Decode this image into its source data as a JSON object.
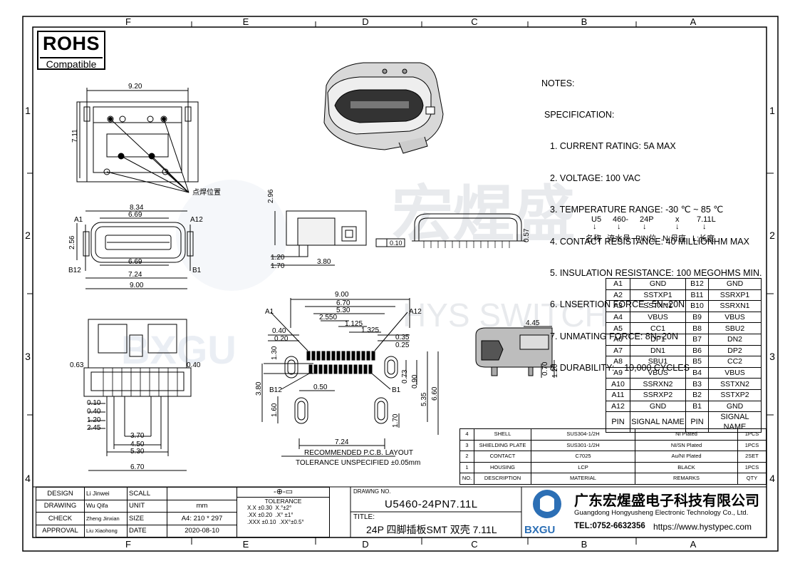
{
  "frame": {
    "columns_top": [
      "F",
      "E",
      "D",
      "C",
      "B",
      "A"
    ],
    "columns_bottom": [
      "F",
      "E",
      "D",
      "C",
      "B",
      "A"
    ],
    "rows_left": [
      "1",
      "2",
      "3",
      "4"
    ],
    "rows_right": [
      "1",
      "2",
      "3",
      "4"
    ]
  },
  "rohs": {
    "title": "ROHS",
    "subtitle": "Compatible"
  },
  "notes": {
    "heading": "NOTES:",
    "spec_heading": "SPECIFICATION:",
    "items": [
      "1. CURRENT RATING: 5A MAX",
      "2. VOLTAGE: 100 VAC",
      "3. TEMPERATURE RANGE: -30 ℃ ~ 85 ℃",
      "4. CONTACT RESISTANCE: 40 MILLIONHM MAX",
      "5. INSULATION RESISTANCE: 100 MEGOHMS MIN.",
      "6. LNSERTION FORCE : 5N~20N",
      "7. UNMATING FORCE: 8N~20N",
      "8. DURABILITY:    10,000 CYCLES"
    ]
  },
  "part_code": {
    "segments": [
      "U5",
      "460-",
      "24P",
      "x",
      "7.11L"
    ],
    "arrows": [
      "↓",
      "↓",
      "↓",
      "↓",
      "↓"
    ],
    "meanings": [
      "名称",
      "流水号",
      "PIN位",
      "N;母座",
      "L;长度"
    ]
  },
  "watermark": {
    "cn": "宏煋盛",
    "en": "HYS SWITCH",
    "logo": "BXGU"
  },
  "dims": {
    "top_w": "9.20",
    "top_h": "7.11",
    "weld": "点焊位置",
    "f_834": "8.34",
    "f_669": "6.69",
    "f_256": "2.56",
    "f_669b": "6.69",
    "f_724": "7.24",
    "f_900": "9.00",
    "a1": "A1",
    "a12": "A12",
    "b12": "B12",
    "b1": "B1",
    "s_296": "2.96",
    "s_120": "1.20",
    "s_170": "1.70",
    "s_380": "3.80",
    "flat": "0.10",
    "e_057": "0.57",
    "b_063": "0.63",
    "b_040": "0.40",
    "b_010": "0.10",
    "b_040b": "0.40",
    "b_120": "1.20",
    "b_245": "2.45",
    "b_370": "3.70",
    "b_450": "4.50",
    "b_530": "5.30",
    "b_670": "6.70",
    "p_900": "9.00",
    "p_670": "6.70",
    "p_530": "5.30",
    "p_2550": "2.550",
    "p_1125": "1.125",
    "p_1325": "1.325",
    "p_040": "0.40",
    "p_020": "0.20",
    "p_035": "0.35",
    "p_025": "0.25",
    "p_130": "1.30",
    "p_073": "0.73",
    "p_090": "0.90",
    "p_535": "5.35",
    "p_660": "6.60",
    "p_380": "3.80",
    "p_050": "0.50",
    "p_160": "1.60",
    "p_170": "1.70",
    "p_724": "7.24",
    "p_a1": "A1",
    "p_a12": "A12",
    "p_b12": "B12",
    "p_b1": "B1",
    "pcb_title": "RECOMMENDED  P.C.B. LAYOUT",
    "pcb_tol": "TOLERANCE UNSPECIFIED ±0.05mm",
    "r_445": "4.45",
    "r_070": "0.70",
    "r_120": "1.20"
  },
  "pin_table": {
    "rows": [
      [
        "A1",
        "GND",
        "B12",
        "GND"
      ],
      [
        "A2",
        "SSTXP1",
        "B11",
        "SSRXP1"
      ],
      [
        "A3",
        "SSTXN1",
        "B10",
        "SSRXN1"
      ],
      [
        "A4",
        "VBUS",
        "B9",
        "VBUS"
      ],
      [
        "A5",
        "CC1",
        "B8",
        "SBU2"
      ],
      [
        "A6",
        "DP1",
        "B7",
        "DN2"
      ],
      [
        "A7",
        "DN1",
        "B6",
        "DP2"
      ],
      [
        "A8",
        "SBU1",
        "B5",
        "CC2"
      ],
      [
        "A9",
        "VBUS",
        "B4",
        "VBUS"
      ],
      [
        "A10",
        "SSRXN2",
        "B3",
        "SSTXN2"
      ],
      [
        "A11",
        "SSRXP2",
        "B2",
        "SSTXP2"
      ],
      [
        "A12",
        "GND",
        "B1",
        "GND"
      ]
    ],
    "header": [
      "PIN",
      "SIGNAL NAME",
      "PIN",
      "SIGNAL NAME"
    ]
  },
  "bom": {
    "rows": [
      [
        "4",
        "SHELL",
        "SUS304-1/2H",
        "NI  Plated",
        "1PCS"
      ],
      [
        "3",
        "SHIELDING PLATE",
        "SUS301-1/2H",
        "NI/SN  Plated",
        "1PCS"
      ],
      [
        "2",
        "CONTACT",
        "C7025",
        "Au/NI Plated",
        "2SET"
      ],
      [
        "1",
        "HOUSING",
        "LCP",
        "BLACK",
        "1PCS"
      ]
    ],
    "header": [
      "NO.",
      "DESCRIPTION",
      "MATERIAL",
      "REMARKS",
      "QTY"
    ]
  },
  "title_block": {
    "design_label": "DESIGN",
    "design_name": "Li Jinwei",
    "scale_label": "SCALL",
    "drawing_label": "DRAWING",
    "drawing_name": "Wu Qifa",
    "unit_label": "UNIT",
    "unit_value": "mm",
    "check_label": "CHECK",
    "check_name": "Zheng Jinxian",
    "size_label": "SIZE",
    "size_value": "A4: 210 * 297",
    "approval_label": "APPROVAL",
    "approval_name": "Liu Xiaohong",
    "date_label": "DATE",
    "date_value": "2020-08-10",
    "projection": "-⊕-▭",
    "tol_title": "TOLERANCE",
    "tol_rows": [
      [
        "X.X  ±0.30",
        "X.°±2°"
      ],
      [
        ".XX  ±0.20",
        ".X° ±1°"
      ],
      [
        ".XXX  ±0.10",
        ".XX°±0.5°"
      ]
    ],
    "drawing_no_label": "DRAWNG NO.",
    "drawing_no": "U5460-24PN7.11L",
    "title_label": "TITLE:",
    "title": "24P 四脚插板SMT 双壳 7.11L",
    "company_cn": "广东宏煋盛电子科技有限公司",
    "company_en": "Guangdong Hongyusheng Electronic Technology Co., Ltd.",
    "tel": "TEL:0752-6632356",
    "url": "https://www.hystypec.com",
    "logo_text": "BXGU"
  }
}
